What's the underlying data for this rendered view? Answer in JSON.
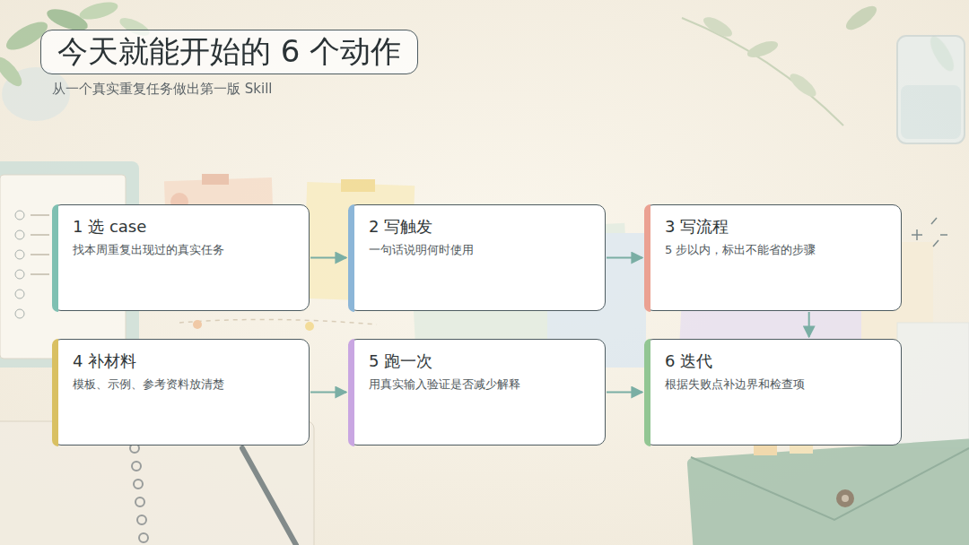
{
  "diagram": {
    "title": "今天就能开始的 6 个动作",
    "caption": "从一个真实重复任务做出第一版 Skill",
    "nodes": [
      {
        "text": [
          "1 选 case",
          "找本周重复出现过的真实任务"
        ]
      },
      {
        "text": [
          "2 写触发",
          "一句话说明何时使用"
        ]
      },
      {
        "text": [
          "3 写流程",
          "5 步以内，标出不能省的步骤"
        ]
      },
      {
        "text": [
          "4 补材料",
          "模板、示例、参考资料放清楚"
        ]
      },
      {
        "text": [
          "5 跑一次",
          "用真实输入验证是否减少解释"
        ]
      },
      {
        "text": [
          "6 迭代",
          "根据失败点补边界和检查项"
        ]
      }
    ],
    "edges": [
      {
        "from": 0,
        "to": 1,
        "arrow": "to"
      },
      {
        "from": 1,
        "to": 2,
        "arrow": "to"
      },
      {
        "from": 2,
        "to": 5,
        "arrow": "to"
      },
      {
        "from": 3,
        "to": 4,
        "arrow": "to"
      },
      {
        "from": 4,
        "to": 5,
        "arrow": "to"
      }
    ]
  }
}
